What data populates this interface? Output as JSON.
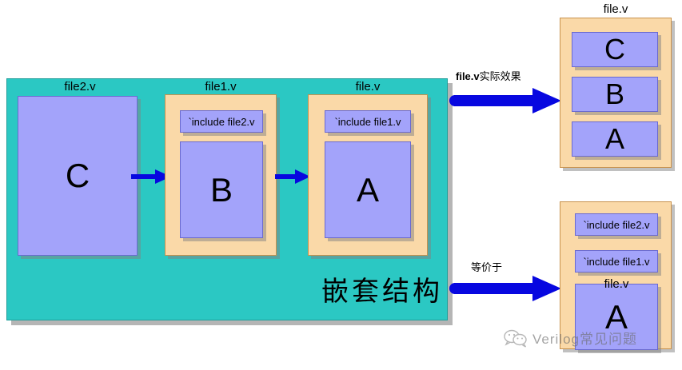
{
  "diagram": {
    "title": "Verilog include nested structure diagram",
    "colors": {
      "teal": "#2bc8c3",
      "orange": "#fad9a8",
      "purple": "#a3a3fa",
      "arrow_blue": "#0707e0",
      "shadow": "#8a8a8a"
    }
  },
  "left": {
    "container_label": "嵌套结构",
    "files": [
      {
        "name": "file2.v",
        "include": null,
        "module": "C"
      },
      {
        "name": "file1.v",
        "include": "`include file2.v",
        "module": "B"
      },
      {
        "name": "file.v",
        "include": "`include file1.v",
        "module": "A"
      }
    ]
  },
  "arrows": {
    "inner": [
      {
        "name": "c-to-b"
      },
      {
        "name": "b-to-a"
      }
    ],
    "outer": [
      {
        "name": "actual-effect",
        "label_prefix": "file.v",
        "label_rest": "实际效",
        "label_line2": "果"
      },
      {
        "name": "equivalent-to",
        "label": "等价于"
      }
    ]
  },
  "right_top": {
    "title": "file.v",
    "blocks": [
      "C",
      "B",
      "A"
    ]
  },
  "right_bottom": {
    "inline_label": "file.v",
    "includes": [
      "`include file2.v",
      "`include file1.v"
    ],
    "module": "A"
  },
  "watermark": {
    "icon": "wechat-icon",
    "text": "Verilog常见问题"
  }
}
